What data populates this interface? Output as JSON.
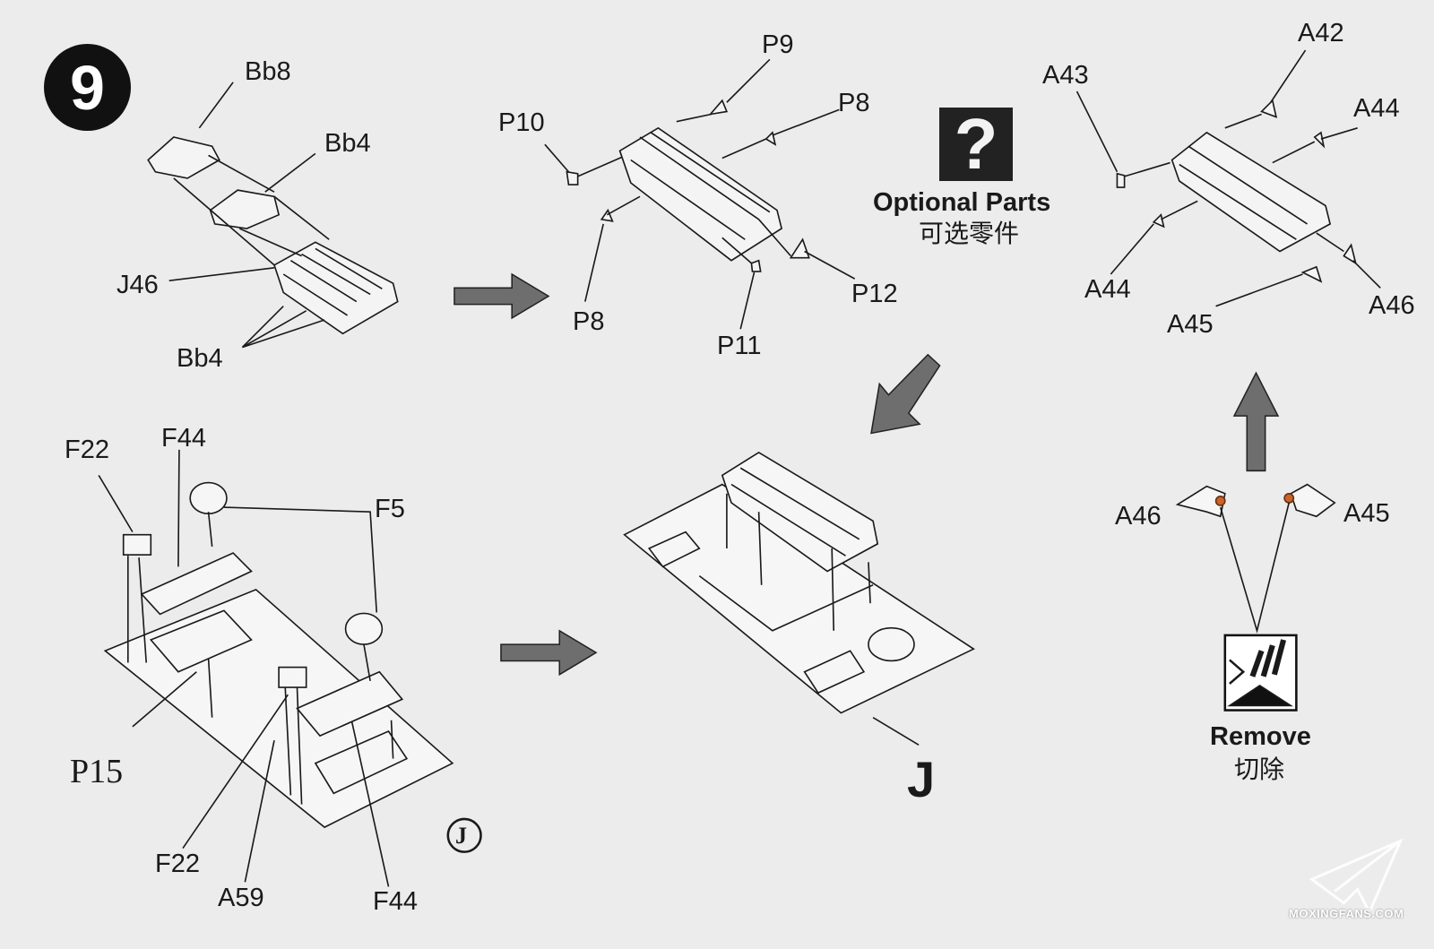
{
  "step_number": "9",
  "labels": {
    "bb8": "Bb8",
    "bb4_top": "Bb4",
    "j46": "J46",
    "bb4_bottom": "Bb4",
    "p10": "P10",
    "p9": "P9",
    "p8_top": "P8",
    "p8_bottom": "P8",
    "p11": "P11",
    "p12": "P12",
    "a42": "A42",
    "a43": "A43",
    "a44_right": "A44",
    "a44_left": "A44",
    "a45_top": "A45",
    "a46_top": "A46",
    "f22_top": "F22",
    "f44_top": "F44",
    "f5": "F5",
    "p15": "P15",
    "f22_bottom": "F22",
    "a59": "A59",
    "f44_bottom": "F44",
    "j_circled": "J",
    "j_big": "J",
    "a46_detail": "A46",
    "a45_detail": "A45"
  },
  "optional_parts": {
    "icon": "question-mark-icon",
    "symbol": "?",
    "label_en": "Optional Parts",
    "label_cn": "可选零件"
  },
  "remove": {
    "icon": "cut-remove-icon",
    "label_en": "Remove",
    "label_cn": "切除"
  },
  "watermark": {
    "text": "MOXINGFANS.COM",
    "icon": "paper-plane-icon"
  },
  "colors": {
    "background": "#ececec",
    "ink": "#1a1a1a",
    "arrow_fill": "#6e6e6e",
    "highlight": "#c8642a"
  }
}
